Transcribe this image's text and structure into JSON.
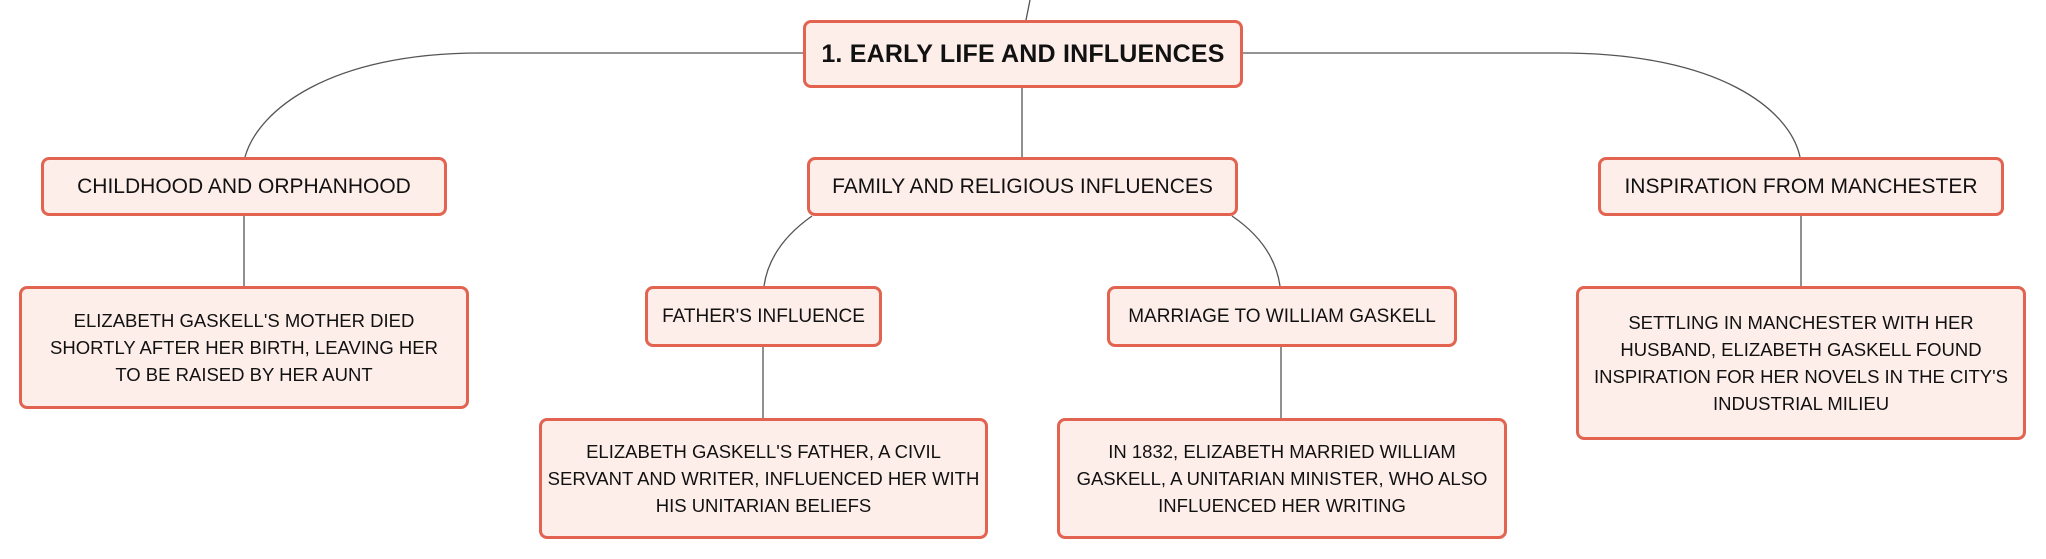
{
  "colors": {
    "node_fill": "#fdeeea",
    "node_border": "#e26450",
    "connector": "#555555",
    "text": "#111111"
  },
  "diagram": {
    "root": {
      "label": "1. EARLY LIFE AND INFLUENCES"
    },
    "branches": [
      {
        "label": "CHILDHOOD AND ORPHANHOOD",
        "detail": "ELIZABETH GASKELL'S MOTHER DIED SHORTLY AFTER HER BIRTH, LEAVING HER TO BE RAISED BY HER AUNT"
      },
      {
        "label": "FAMILY AND RELIGIOUS INFLUENCES",
        "children": [
          {
            "label": "FATHER'S INFLUENCE",
            "detail": "ELIZABETH GASKELL'S FATHER, A CIVIL SERVANT AND WRITER, INFLUENCED HER WITH HIS UNITARIAN BELIEFS"
          },
          {
            "label": "MARRIAGE TO WILLIAM GASKELL",
            "detail": "IN 1832, ELIZABETH MARRIED WILLIAM GASKELL, A UNITARIAN MINISTER, WHO ALSO INFLUENCED HER WRITING"
          }
        ]
      },
      {
        "label": "INSPIRATION FROM MANCHESTER",
        "detail": "SETTLING IN MANCHESTER WITH HER HUSBAND, ELIZABETH GASKELL FOUND INSPIRATION FOR HER NOVELS IN THE CITY'S INDUSTRIAL MILIEU"
      }
    ]
  }
}
